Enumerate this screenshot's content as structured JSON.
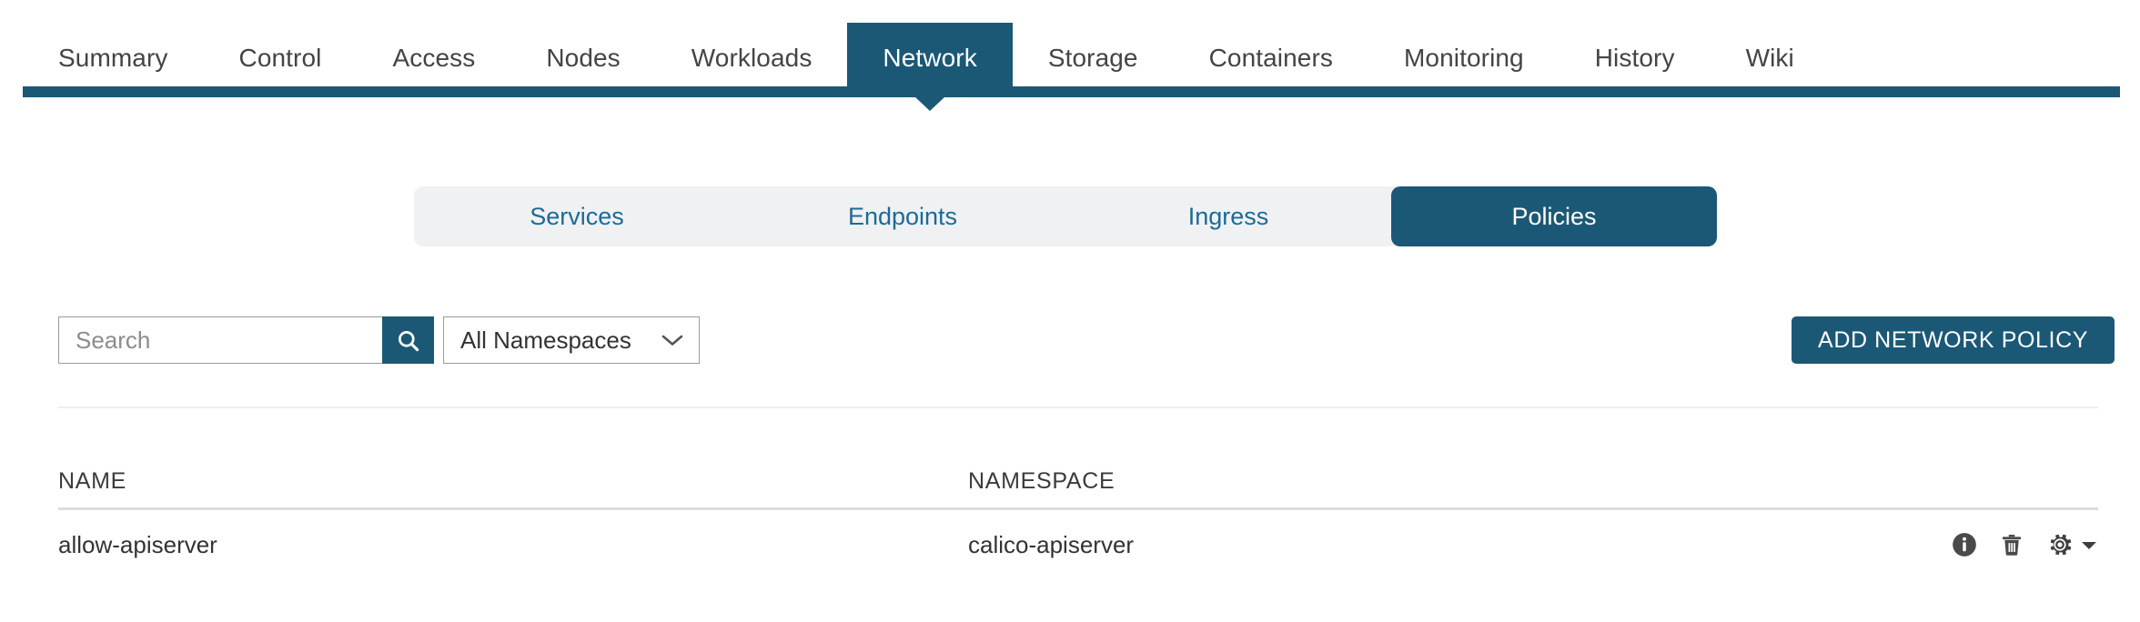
{
  "nav": {
    "items": [
      {
        "label": "Summary",
        "active": false
      },
      {
        "label": "Control",
        "active": false
      },
      {
        "label": "Access",
        "active": false
      },
      {
        "label": "Nodes",
        "active": false
      },
      {
        "label": "Workloads",
        "active": false
      },
      {
        "label": "Network",
        "active": true
      },
      {
        "label": "Storage",
        "active": false
      },
      {
        "label": "Containers",
        "active": false
      },
      {
        "label": "Monitoring",
        "active": false
      },
      {
        "label": "History",
        "active": false
      },
      {
        "label": "Wiki",
        "active": false
      }
    ],
    "accent_color": "#1b5876"
  },
  "subtabs": {
    "items": [
      {
        "label": "Services",
        "active": false
      },
      {
        "label": "Endpoints",
        "active": false
      },
      {
        "label": "Ingress",
        "active": false
      },
      {
        "label": "Policies",
        "active": true
      }
    ],
    "active_bg": "#1b5876",
    "inactive_bg": "#f0f1f3",
    "link_color": "#1d6a96"
  },
  "toolbar": {
    "search_placeholder": "Search",
    "search_value": "",
    "search_icon": "search-icon",
    "namespace_selected": "All Namespaces",
    "namespace_caret": "chevron-down-icon",
    "add_button_label": "ADD NETWORK POLICY"
  },
  "table": {
    "columns": [
      "NAME",
      "NAMESPACE"
    ],
    "rows": [
      {
        "name": "allow-apiserver",
        "namespace": "calico-apiserver",
        "actions": [
          "info-icon",
          "trash-icon",
          "gear-icon",
          "caret-down-icon"
        ]
      }
    ]
  }
}
